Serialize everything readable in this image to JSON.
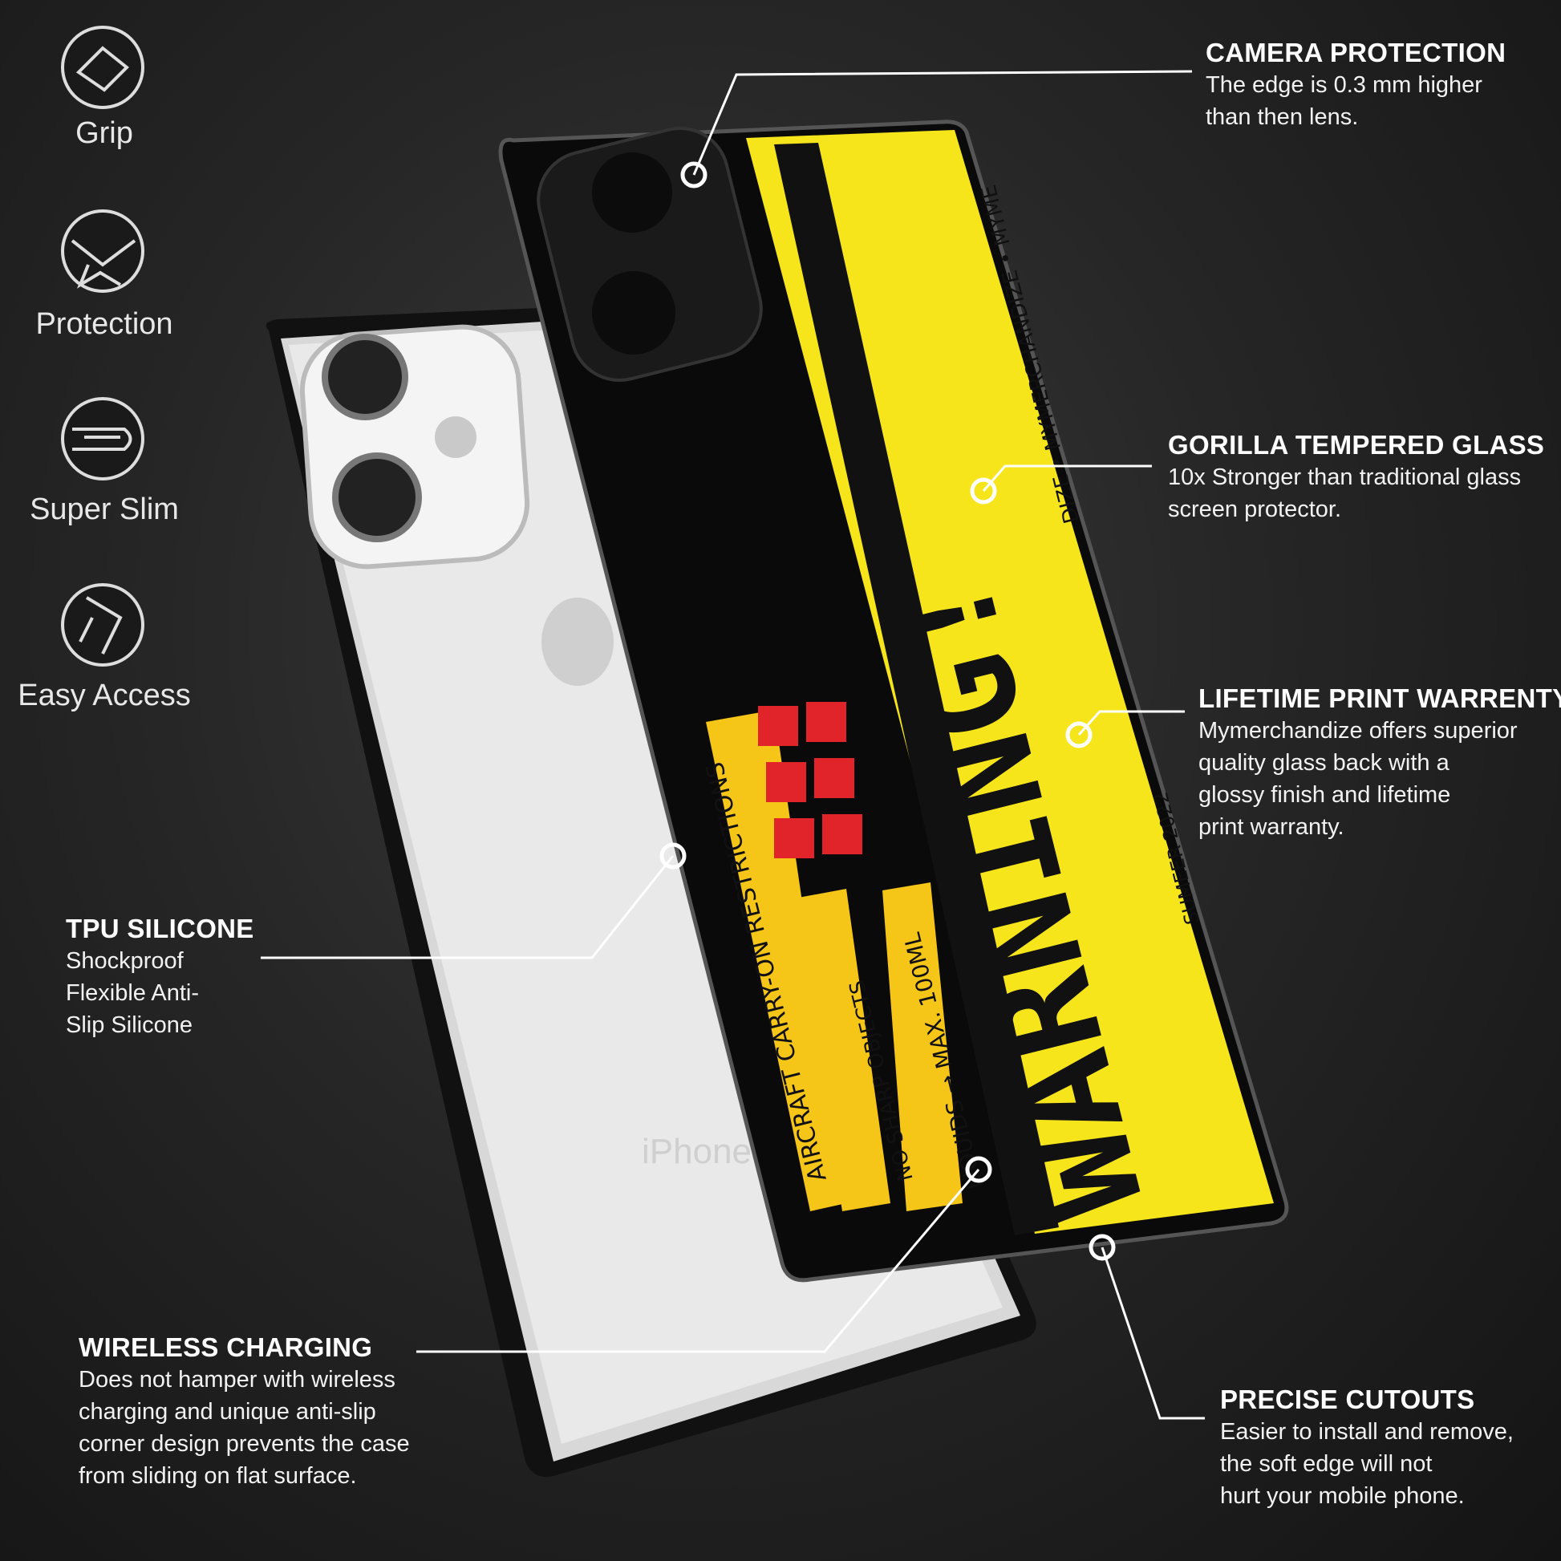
{
  "side_features": [
    {
      "label": "Grip",
      "icon": "hand-grip-icon"
    },
    {
      "label": "Protection",
      "icon": "shield-impact-icon"
    },
    {
      "label": "Super Slim",
      "icon": "slim-case-icon"
    },
    {
      "label": "Easy Access",
      "icon": "phone-hand-icon"
    }
  ],
  "callouts": {
    "camera": {
      "title": "CAMERA PROTECTION",
      "desc": "The edge is 0.3 mm higher\nthan then lens."
    },
    "glass": {
      "title": "GORILLA TEMPERED GLASS",
      "desc": "10x Stronger than traditional glass\nscreen protector."
    },
    "lifetime": {
      "title": "LIFETIME PRINT WARRENTY",
      "desc": "Mymerchandize offers superior\nquality glass back with a\nglossy finish and lifetime\n print warranty."
    },
    "tpu": {
      "title": "TPU SILICONE",
      "desc": "Shockproof\nFlexible Anti-\nSlip Silicone"
    },
    "wireless": {
      "title": "WIRELESS CHARGING",
      "desc": "Does not hamper with wireless\ncharging and unique anti-slip\ncorner design prevents the case\nfrom sliding on flat surface."
    },
    "cutouts": {
      "title": "PRECISE CUTOUTS",
      "desc": "Easier to install and remove,\nthe soft edge will not\nhurt your mobile phone."
    }
  },
  "case_art": {
    "headline": "WARNING!",
    "brand_strip": "DIZE • MYMERCHANDIZE • MYME",
    "restrictions": "AIRCRAFT CARRY-ON RESTRICTIONS",
    "sharp": "NO SHARP OBJECTS",
    "liquids": "LIQUIDS → MAX. 100ML",
    "edition": "SUMEER 2022",
    "back_phone_mark": "iPhone"
  },
  "colors": {
    "yellow": "#f6e51a",
    "label_yellow": "#f5c518",
    "red": "#e0242a",
    "background": "#222222"
  }
}
